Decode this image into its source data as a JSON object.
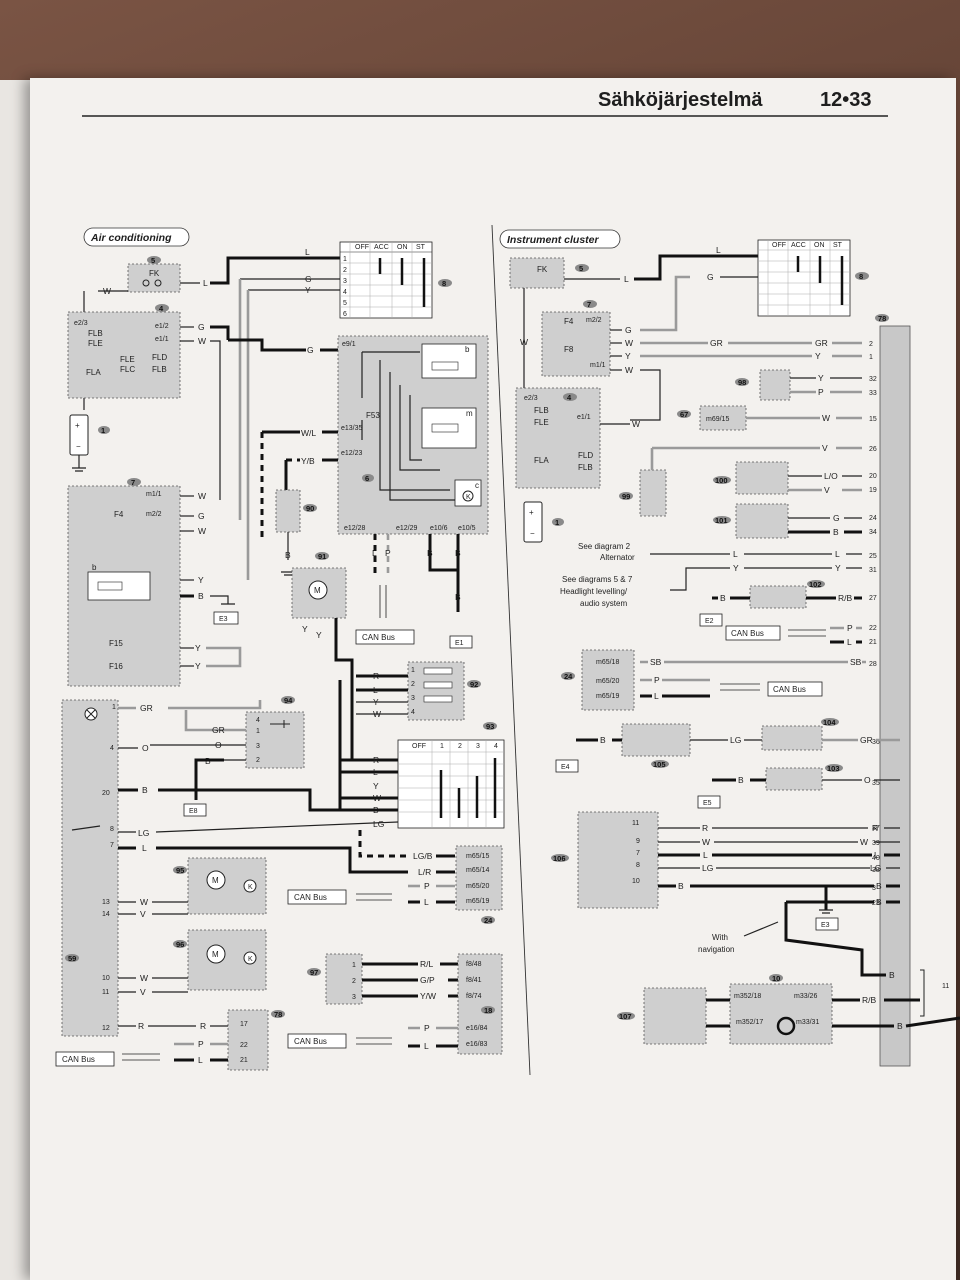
{
  "page": {
    "header": "Sähköjärjestelmä",
    "page_number": "12•33"
  },
  "left": {
    "title": "Air conditioning",
    "fuse_fk": "FK",
    "tag5": "5",
    "tag4": "4",
    "tag7": "7",
    "tag8": "8",
    "tag6": "6",
    "tag1": "1",
    "tag90": "90",
    "tag91": "91",
    "tag92": "92",
    "tag93": "93",
    "tag94": "94",
    "tag95": "95",
    "tag96": "96",
    "tag97": "97",
    "tag59": "59",
    "tag78": "78",
    "tag24": "24",
    "tag18": "18",
    "fuses4": [
      "e2/3",
      "FLB",
      "FLE",
      "e1/2",
      "e1/1",
      "FLE",
      "FLD",
      "FLA",
      "FLC",
      "FLB"
    ],
    "fuses7": [
      "m1/1",
      "F4",
      "m2/2",
      "b",
      "F15",
      "F16"
    ],
    "relay6": [
      "e9/1",
      "F53",
      "e13/35",
      "e12/23",
      "e12/28",
      "e12/29",
      "e10/6",
      "e10/5",
      "b",
      "m",
      "c"
    ],
    "switch_headers": [
      "OFF",
      "ACC",
      "ON",
      "ST"
    ],
    "switch_rows": [
      "1",
      "2",
      "3",
      "4",
      "5",
      "6"
    ],
    "wires": {
      "L": "L",
      "G": "G",
      "Y": "Y",
      "W": "W",
      "WL": "W/L",
      "YB": "Y/B",
      "B": "B",
      "P": "P",
      "R": "R",
      "GR": "GR",
      "O": "O",
      "LG": "LG",
      "V": "V",
      "LGB": "LG/B",
      "LR": "L/R",
      "RL": "R/L",
      "GP": "G/P",
      "YW": "Y/W"
    },
    "grounds": [
      "E3",
      "E1",
      "E8"
    ],
    "can_bus": "CAN Bus",
    "pins59": [
      "1",
      "4",
      "20",
      "8",
      "7",
      "13",
      "14",
      "10",
      "11",
      "12"
    ],
    "conn24": [
      "m65/15",
      "m65/14",
      "m65/20",
      "m65/19"
    ],
    "conn18": [
      "f8/48",
      "f8/41",
      "f8/74",
      "e16/84",
      "e16/83"
    ],
    "conn78": [
      "17",
      "22",
      "21"
    ],
    "blower_headers": [
      "OFF",
      "1",
      "2",
      "3",
      "4"
    ],
    "pins92": [
      "1",
      "2",
      "3",
      "4"
    ],
    "pins97": [
      "1",
      "2",
      "3"
    ],
    "pins94": [
      "4",
      "1",
      "3",
      "2"
    ],
    "motor_m": "M",
    "k": "K"
  },
  "right": {
    "title": "Instrument cluster",
    "fuse_fk": "FK",
    "tag5": "5",
    "tag7": "7",
    "tag8": "8",
    "tag4": "4",
    "tag1": "1",
    "tag78": "78",
    "tag98": "98",
    "tag67": "67",
    "tag99": "99",
    "tag100": "100",
    "tag101": "101",
    "tag102": "102",
    "tag24": "24",
    "tag104": "104",
    "tag105": "105",
    "tag103": "103",
    "tag106": "106",
    "tag10": "10",
    "tag107": "107",
    "fuses7": [
      "F4",
      "m2/2",
      "F8",
      "m1/1"
    ],
    "fuses4": [
      "e2/3",
      "FLB",
      "FLE",
      "e1/1",
      "FLD",
      "FLA",
      "FLB"
    ],
    "conn67": "m69/15",
    "pins78": [
      "2",
      "1",
      "32",
      "33",
      "15",
      "26",
      "20",
      "19",
      "24",
      "34",
      "25",
      "31",
      "27",
      "22",
      "21",
      "28",
      "36",
      "35",
      "37",
      "39",
      "40",
      "38",
      "3",
      "23",
      "11"
    ],
    "note_alt": "See diagram 2\nAlternator",
    "note_hl": "See diagrams 5 & 7\nHeadlight levelling/\naudio system",
    "note_nav": "With\nnavigation",
    "conn24": [
      "m65/18",
      "m65/20",
      "m65/19"
    ],
    "conn10": [
      "m352/18",
      "m33/26",
      "m352/17",
      "m33/31"
    ],
    "grounds": [
      "E2",
      "E4",
      "E5",
      "E3"
    ],
    "can_bus": "CAN Bus",
    "wires": {
      "GR": "GR",
      "Y": "Y",
      "P": "P",
      "W": "W",
      "V": "V",
      "LO": "L/O",
      "G": "G",
      "B": "B",
      "L": "L",
      "RB": "R/B",
      "SB": "SB",
      "LG": "LG",
      "O": "O",
      "R": "R"
    },
    "pins106": [
      "11",
      "9",
      "7",
      "8",
      "10"
    ]
  }
}
